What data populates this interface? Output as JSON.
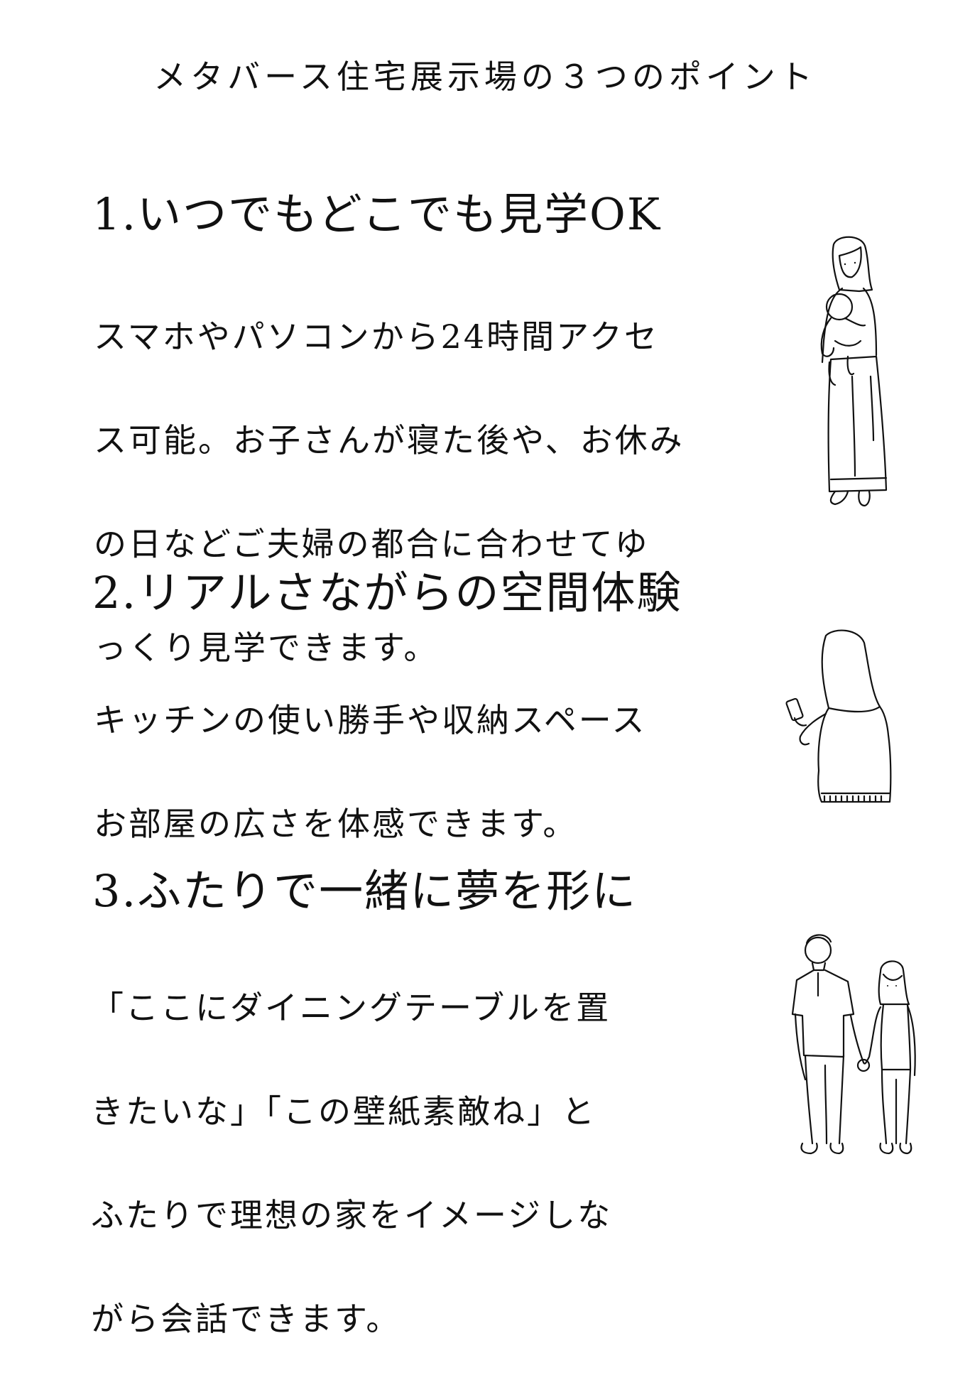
{
  "page": {
    "title": "メタバース住宅展示場の３つのポイント"
  },
  "points": [
    {
      "heading": "1.いつでもどこでも見学OK",
      "lines": [
        "スマホやパソコンから24時間アクセ",
        "ス可能。お子さんが寝た後や、お休み",
        "の日などご夫婦の都合に合わせてゆ",
        "っくり見学できます。"
      ],
      "illustration": "mother-holding-baby"
    },
    {
      "heading": "2.リアルさながらの空間体験",
      "lines": [
        "キッチンの使い勝手や収納スペース",
        "お部屋の広さを体感できます。"
      ],
      "illustration": "woman-with-smartphone"
    },
    {
      "heading": "3.ふたりで一緒に夢を形に",
      "lines": [
        "「ここにダイニングテーブルを置",
        "きたいな」「この壁紙素敵ね」と",
        "ふたりで理想の家をイメージしな",
        "がら会話できます。"
      ],
      "illustration": "couple-holding-hands"
    }
  ]
}
